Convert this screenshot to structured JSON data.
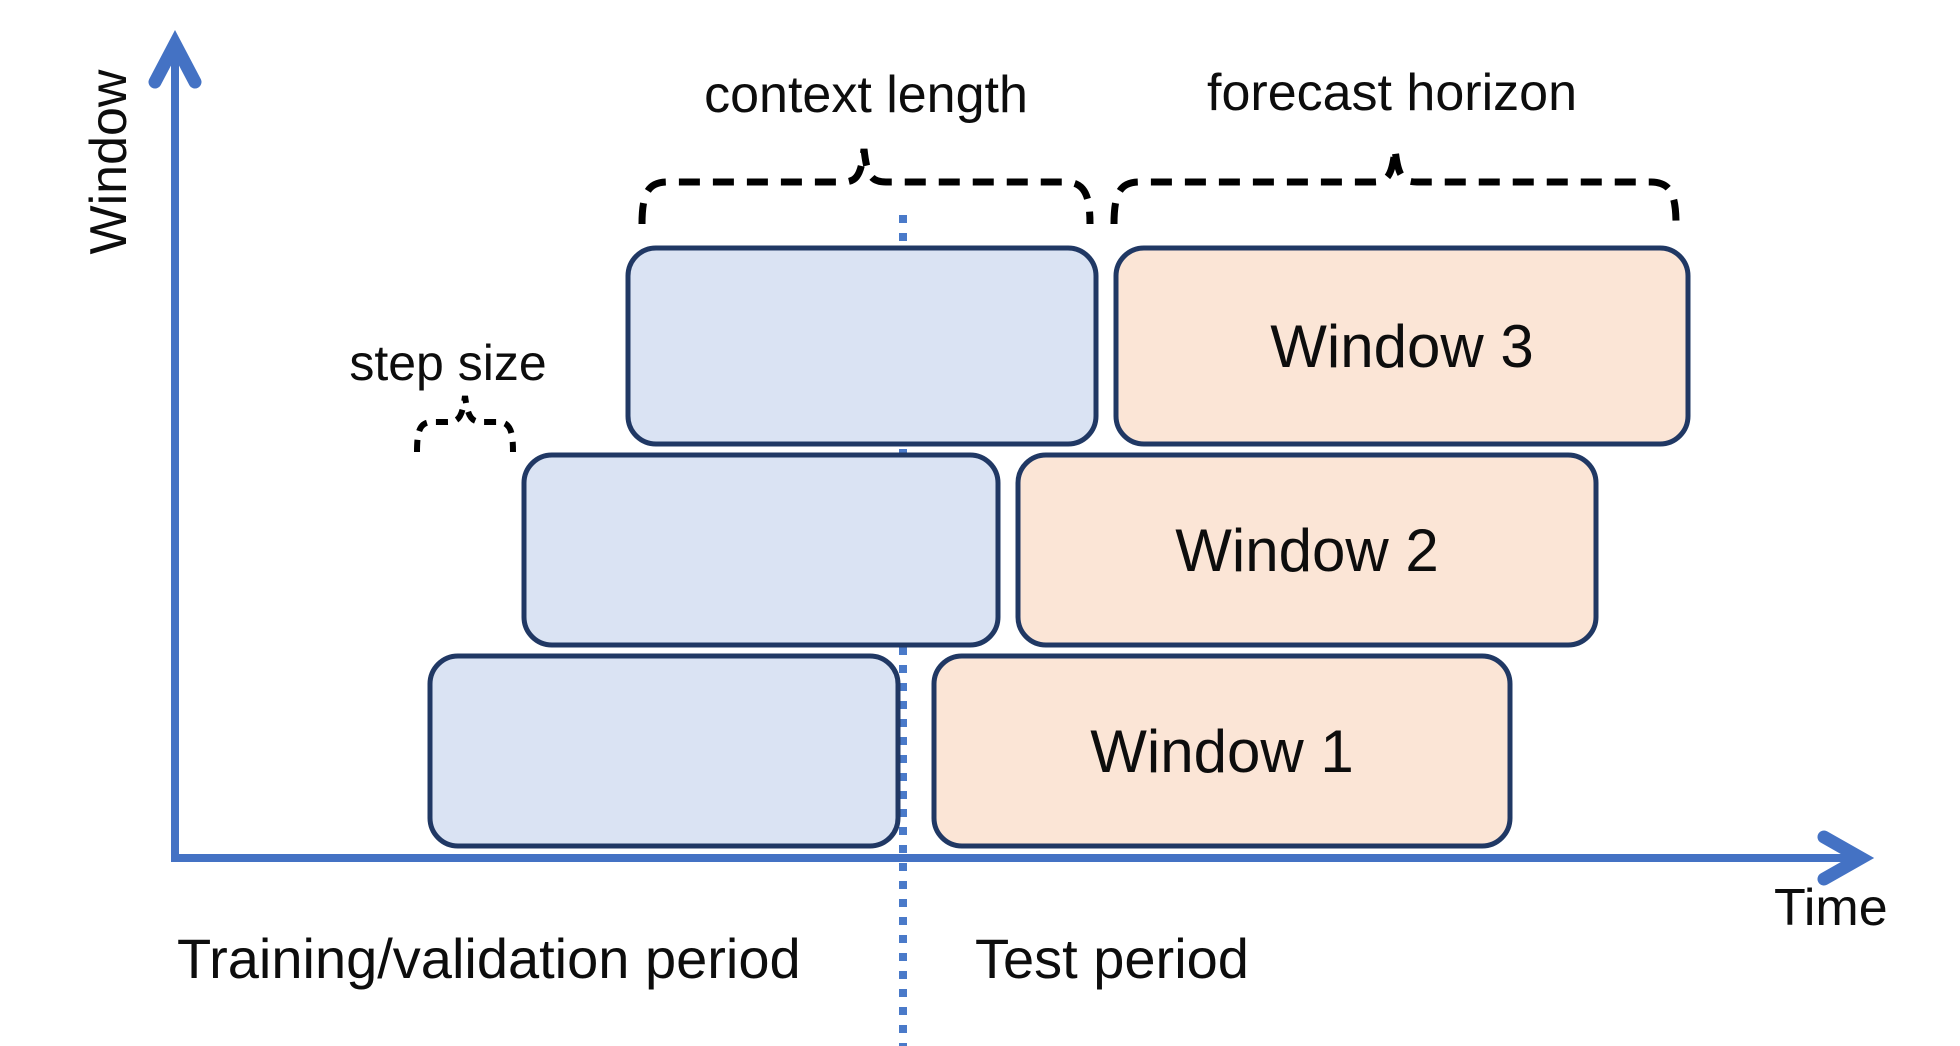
{
  "diagram": {
    "annotations": {
      "context_length": "context length",
      "forecast_horizon": "forecast horizon",
      "step_size": "step size"
    },
    "axes": {
      "y_label": "Window",
      "x_label": "Time"
    },
    "periods": {
      "training": "Training/validation period",
      "test": "Test period"
    },
    "windows": [
      {
        "label": "Window 1"
      },
      {
        "label": "Window 2"
      },
      {
        "label": "Window 3"
      }
    ],
    "colors": {
      "axis_blue": "#4472c4",
      "separator_blue": "#4a7ac9",
      "context_box_fill": "#dae3f3",
      "forecast_box_fill": "#fbe5d6",
      "box_border": "#203864",
      "annotation_black": "#000000"
    }
  }
}
